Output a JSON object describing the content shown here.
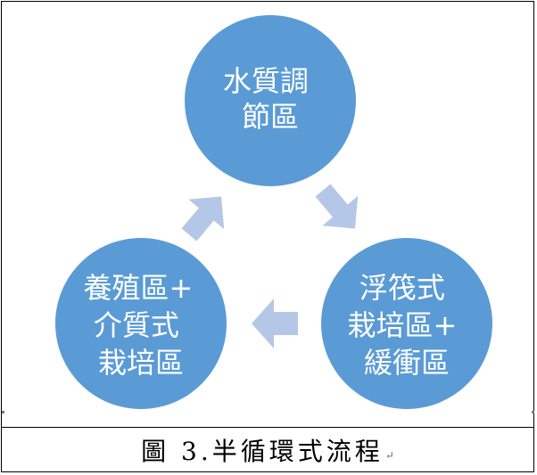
{
  "diagram": {
    "nodes": [
      {
        "id": "water-quality",
        "lines": [
          "水質調",
          "節區"
        ]
      },
      {
        "id": "raft-cultivation",
        "lines": [
          "浮筏式",
          "栽培區+",
          "緩衝區"
        ]
      },
      {
        "id": "aquaculture",
        "lines": [
          "養殖區+",
          "介質式",
          "栽培區"
        ]
      }
    ],
    "edges": [
      {
        "from": "water-quality",
        "to": "raft-cultivation"
      },
      {
        "from": "raft-cultivation",
        "to": "aquaculture"
      },
      {
        "from": "aquaculture",
        "to": "water-quality"
      }
    ],
    "colors": {
      "node_fill": "#5b9bd5",
      "node_text": "#ffffff",
      "arrow_fill": "#b4c7e7"
    }
  },
  "caption": {
    "text": "圖 3.半循環式流程",
    "paragraph_mark": "↵"
  }
}
